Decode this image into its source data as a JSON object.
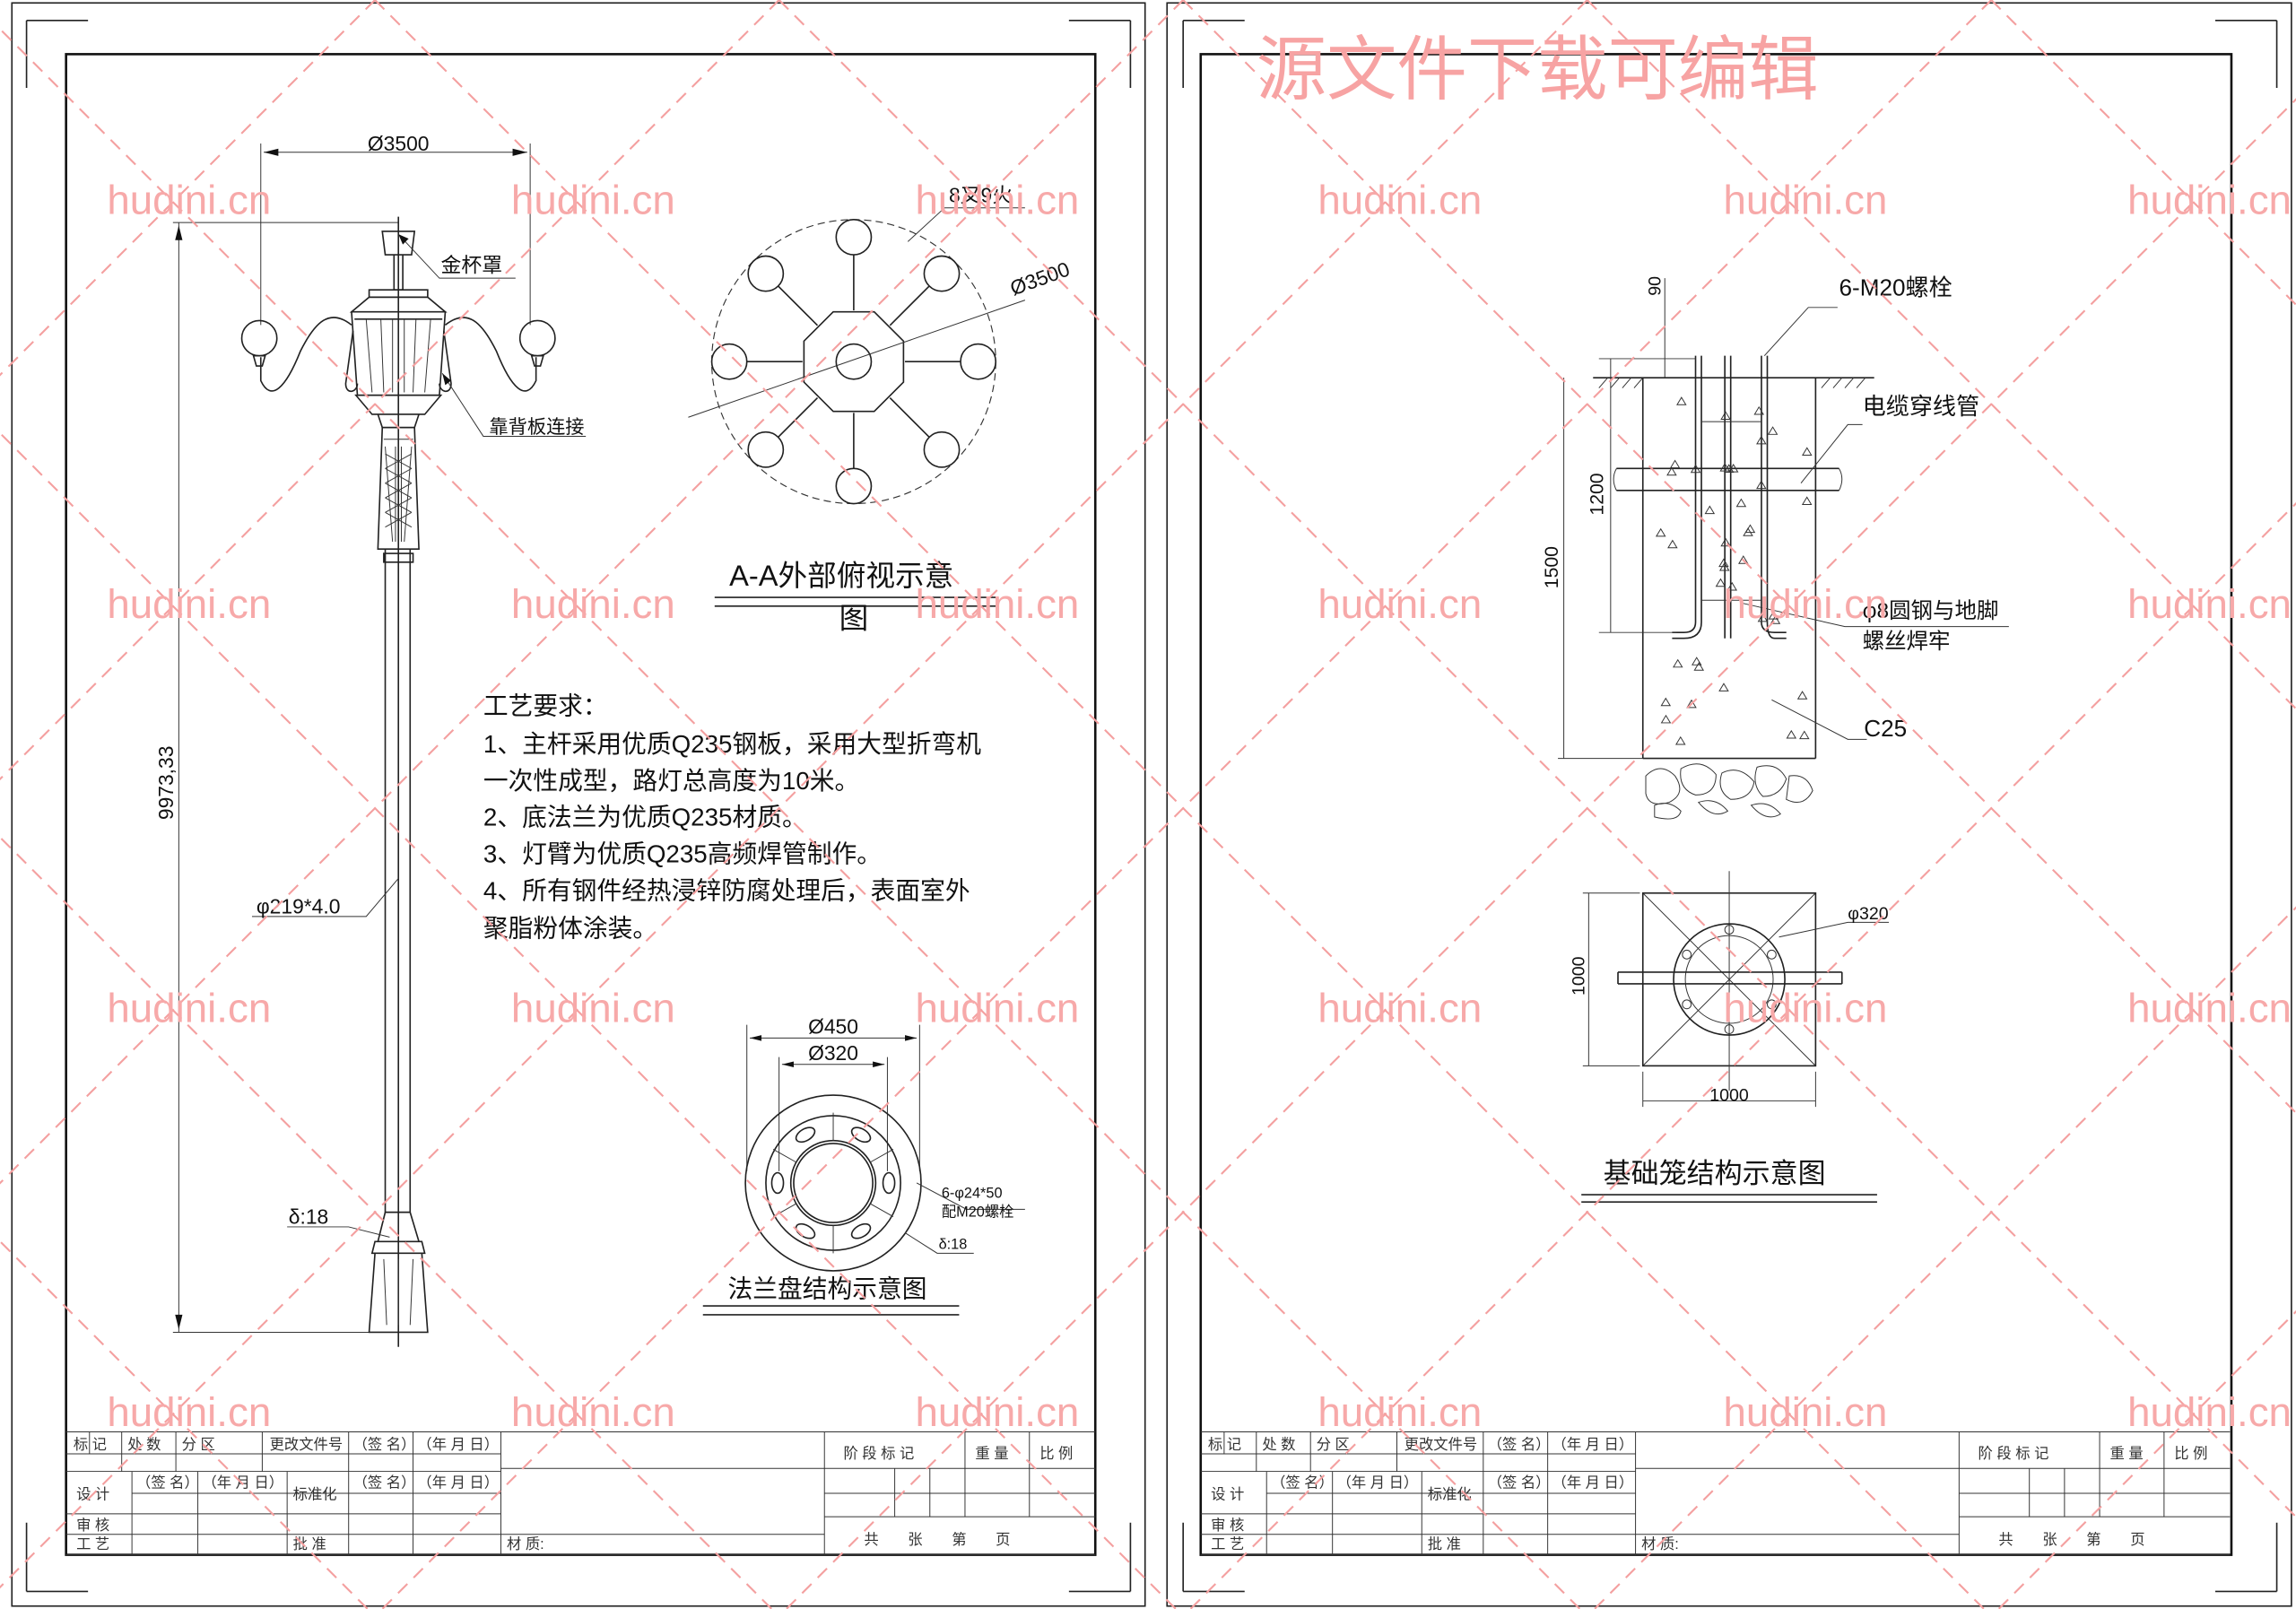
{
  "watermark": {
    "text": "hudini.cn",
    "banner": "源文件下载可编辑",
    "color": "#f7a9a9"
  },
  "pole_elevation": {
    "dim_top": "Ø3500",
    "cap_label": "金杯罩",
    "backplate_label": "靠背板连接",
    "height_dim": "9973,33",
    "pole_spec": "φ219*4.0",
    "base_thickness": "δ:18"
  },
  "top_view": {
    "label_arms": "8叉9火",
    "dim": "Ø3500",
    "title_line1": "A-A外部俯视示意",
    "title_line2": "图"
  },
  "requirements": {
    "heading": "工艺要求：",
    "lines": [
      "1、主杆采用优质Q235钢板，采用大型折弯机",
      "一次性成型，路灯总高度为10米。",
      "2、底法兰为优质Q235材质。",
      "3、灯臂为优质Q235高频焊管制作。",
      "4、所有钢件经热浸锌防腐处理后，表面室外",
      "聚脂粉体涂装。"
    ]
  },
  "flange": {
    "dim_outer": "Ø450",
    "dim_inner": "Ø320",
    "holes": "6-φ24*50",
    "bolts": "配M20螺栓",
    "thickness": "δ:18",
    "title": "法兰盘结构示意图"
  },
  "foundation": {
    "dim_90": "90",
    "dim_1200": "1200",
    "dim_1500": "1500",
    "bolts_label": "6-M20螺栓",
    "conduit_label": "电缆穿线管",
    "rebar_line1": "φ8圆钢与地脚",
    "rebar_line2": "螺丝焊牢",
    "concrete": "C25",
    "plan_circle": "φ320",
    "plan_dim_v": "1000",
    "plan_dim_h": "1000",
    "title": "基础笼结构示意图"
  },
  "title_block": {
    "mark": "标 记",
    "count": "处 数",
    "zone": "分 区",
    "change_doc": "更改文件号",
    "sign": "（签 名）",
    "date": "（年 月 日）",
    "design": "设 计",
    "standard": "标准化",
    "review": "审 核",
    "process": "工 艺",
    "approve": "批 准",
    "material": "材 质:",
    "stage": "阶 段 标 记",
    "weight": "重 量",
    "scale": "比 例",
    "sheets": "共　　张　　第　　页"
  }
}
